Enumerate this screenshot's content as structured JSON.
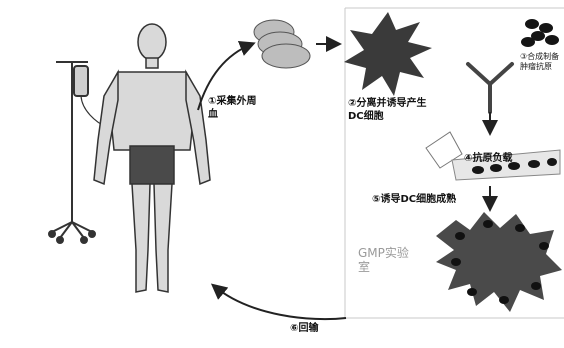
{
  "steps": {
    "collect": "①采集外周血",
    "separate": "②分离并诱导产生DC细胞",
    "load": "④抗原负载",
    "activate": "⑤诱导DC细胞成熟",
    "infuse": "⑥回输"
  },
  "lab": {
    "label": "GMP实验室"
  },
  "antigen": {
    "label": "③合成制备肿瘤抗原"
  },
  "colors": {
    "line": "#222222",
    "dc_cell": "#3a3a3a",
    "granule": "#151515",
    "rbc": "#bdbdbd",
    "skin": "#d9d9d9",
    "shorts": "#4a4a4a"
  },
  "icons": {
    "iv_stand": "iv-stand-icon",
    "patient": "patient-figure-icon",
    "blood_cells": "blood-cells-icon",
    "dendritic_cell": "dendritic-cell-icon",
    "antibody": "antibody-icon",
    "antigen_cluster": "antigen-cluster-icon",
    "petri_dish": "petri-dish-icon",
    "dc_cluster": "mature-dc-cluster-icon"
  }
}
